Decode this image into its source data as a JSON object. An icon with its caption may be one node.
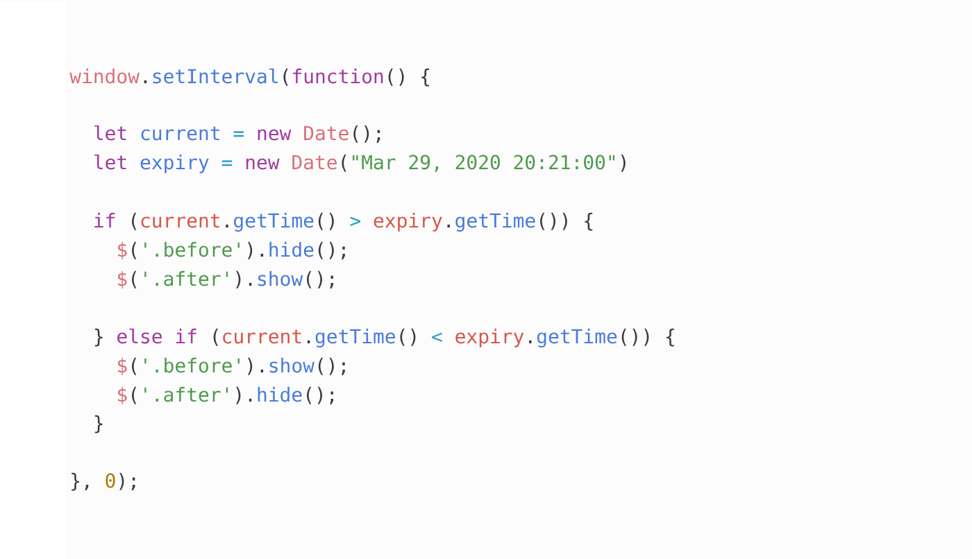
{
  "diagram": {
    "labels": [
      "window",
      ".",
      "setInterval",
      "(",
      "function",
      "() {",
      "let",
      "current",
      "=",
      "new",
      "Date",
      "();",
      "let",
      "expiry",
      "=",
      "new",
      "Date",
      "(",
      "\"Mar 29, 2020 20:21:00\"",
      ")",
      "if",
      "(",
      "current",
      ".",
      "getTime",
      "()",
      ">",
      "expiry",
      ".",
      "getTime",
      "()) {",
      "$",
      "(",
      "'.before'",
      ").",
      "hide",
      "();",
      "$",
      "(",
      "'.after'",
      ").",
      "show",
      "();",
      "}",
      "else if",
      "(",
      "current",
      ".",
      "getTime",
      "()",
      "<",
      "expiry",
      ".",
      "getTime",
      "()) {",
      "$",
      "(",
      "'.before'",
      ").",
      "show",
      "();",
      "$",
      "(",
      "'.after'",
      ").",
      "hide",
      "();",
      "}",
      "},",
      "0",
      ");"
    ]
  }
}
